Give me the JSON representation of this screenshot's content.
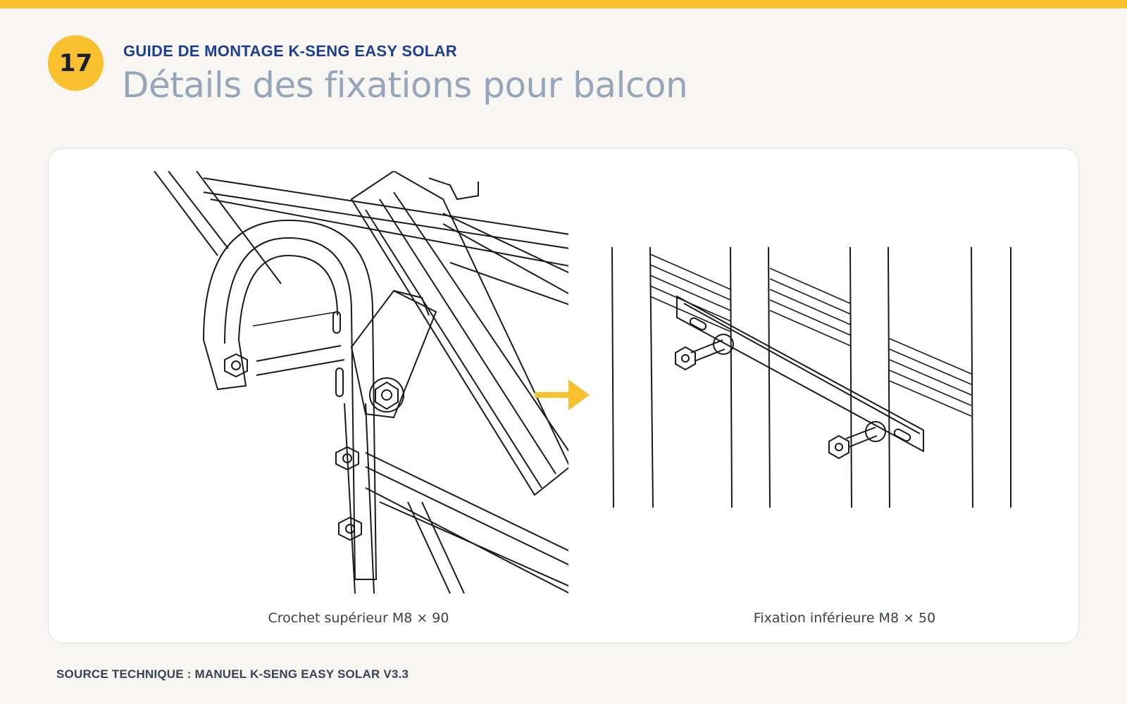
{
  "header": {
    "step_number": "17",
    "kicker": "GUIDE DE MONTAGE K-SENG EASY SOLAR",
    "title": "Détails des fixations pour balcon"
  },
  "figures": {
    "left_caption": "Crochet supérieur M8 × 90",
    "right_caption": "Fixation inférieure M8 × 50"
  },
  "footer": {
    "source": "SOURCE TECHNIQUE : MANUEL K-SENG EASY SOLAR V3.3"
  },
  "colors": {
    "accent": "#f8c12d",
    "kicker": "#1d3f8f",
    "title": "#97a5bb",
    "background": "#f7f6f3"
  }
}
